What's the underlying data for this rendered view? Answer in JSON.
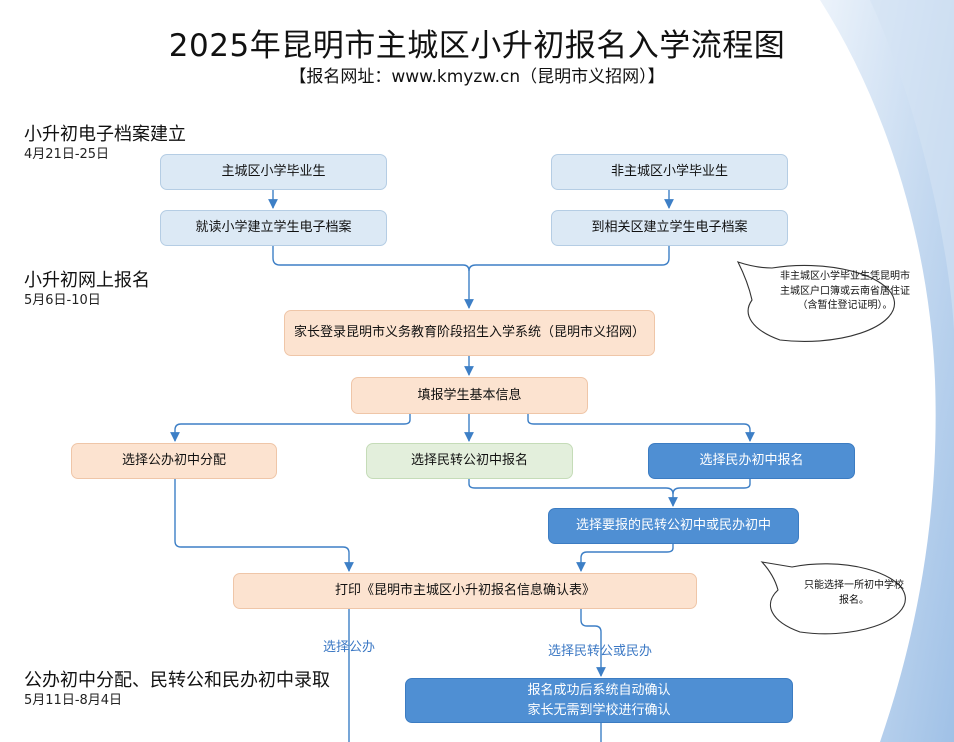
{
  "header": {
    "title": "2025年昆明市主城区小升初报名入学流程图",
    "subtitle": "【报名网址：www.kmyzw.cn（昆明市义招网）】"
  },
  "sections": {
    "archive": {
      "title": "小升初电子档案建立",
      "date": "4月21日-25日"
    },
    "online": {
      "title": "小升初网上报名",
      "date": "5月6日-10日"
    },
    "admission": {
      "title": "公办初中分配、民转公和民办初中录取",
      "date": "5月11日-8月4日"
    }
  },
  "nodes": {
    "main_grad": "主城区小学毕业生",
    "non_main_grad": "非主城区小学毕业生",
    "main_archive": "就读小学建立学生电子档案",
    "non_main_archive": "到相关区建立学生电子档案",
    "login": "家长登录昆明市义务教育阶段招生入学系统（昆明市义招网）",
    "fill_info": "填报学生基本信息",
    "public_assign": "选择公办初中分配",
    "convert_public": "选择民转公初中报名",
    "private_reg": "选择民办初中报名",
    "choose_school": "选择要报的民转公初中或民办初中",
    "print_form": "打印《昆明市主城区小升初报名信息确认表》",
    "auto_confirm_line1": "报名成功后系统自动确认",
    "auto_confirm_line2": "家长无需到学校进行确认"
  },
  "notes": {
    "non_main_note": "非主城区小学毕业生凭昆明市主城区户口簿或云南省居住证（含暂住登记证明）。",
    "one_school_note": "只能选择一所初中学校报名。"
  },
  "edge_labels": {
    "choose_public": "选择公办",
    "choose_convert_private": "选择民转公或民办"
  },
  "colors": {
    "arrow": "#3d7fc6",
    "light_blue_box": "#dce9f5",
    "peach_box": "#fce3d0",
    "green_box": "#e3efdc",
    "dark_blue_box": "#4f8fd3"
  }
}
